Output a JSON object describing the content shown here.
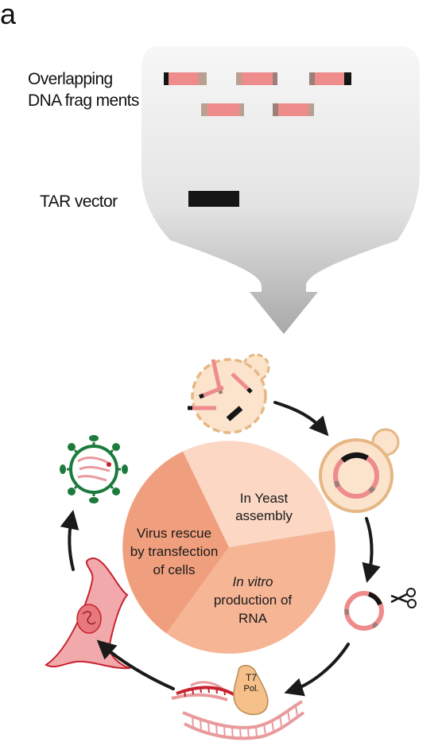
{
  "panel_letter": "a",
  "labels": {
    "fragments_line1": "Overlapping",
    "fragments_line2": "DNA frag ments",
    "tar_vector": "TAR vector"
  },
  "cycle": {
    "yeast_line1": "In Yeast",
    "yeast_line2": "assembly",
    "invitro_line1": "In vitro",
    "invitro_line2": "production of",
    "invitro_line3": "RNA",
    "rescue_line1": "Virus rescue",
    "rescue_line2": "by transfection",
    "rescue_line3": "of cells"
  },
  "polymerase": {
    "line1": "T7",
    "line2": "Pol."
  },
  "colors": {
    "fragment_pink": "#ee8c8c",
    "fragment_tan": "#b9a090",
    "segment_light": "#fbd7c4",
    "segment_mid": "#f6b595",
    "segment_dark": "#f09f7e",
    "yeast_fill": "#fbe3cc",
    "yeast_border": "#e6b784",
    "virus_green": "#1c7a3c",
    "dna_red": "#c7222f",
    "dna_pink": "#e99a9c",
    "cell_pink": "#f2a9ab"
  }
}
